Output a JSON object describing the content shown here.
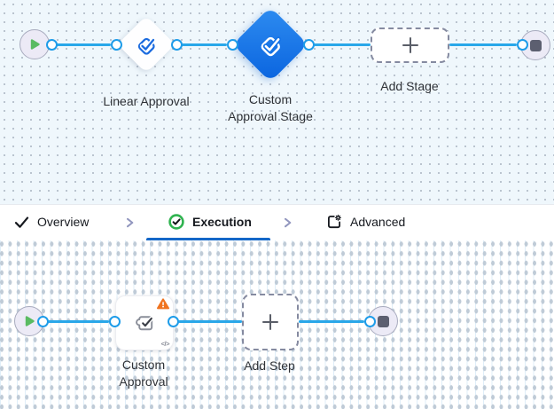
{
  "top_canvas": {
    "stage1_label": "Linear Approval",
    "stage2_label_line1": "Custom",
    "stage2_label_line2": "Approval Stage",
    "add_stage_label": "Add Stage"
  },
  "tab_bar": {
    "tabs": [
      {
        "label": "Overview",
        "icon": "check-icon",
        "active": false
      },
      {
        "label": "Execution",
        "icon": "check-circle-icon",
        "active": true
      },
      {
        "label": "Advanced",
        "icon": "advanced-gear-icon",
        "active": false
      }
    ]
  },
  "bottom_canvas": {
    "step1_label_line1": "Custom",
    "step1_label_line2": "Approval",
    "add_step_label": "Add Step",
    "code_badge": "</>"
  },
  "colors": {
    "edge_blue": "#29A7E9",
    "port_ring_blue": "#1E9CE9",
    "active_tab_underline": "#1467C8",
    "stage_gradient_start": "#2E8CF0",
    "stage_gradient_end": "#0A64DF",
    "approval_icon_blue": "#1B6BDF",
    "execution_green": "#2FB34F",
    "start_play_green": "#5ABB62",
    "warning_orange": "#F0731F",
    "end_square_slate": "#5C5F70",
    "canvas_top_bg": "#EFF7FC"
  }
}
